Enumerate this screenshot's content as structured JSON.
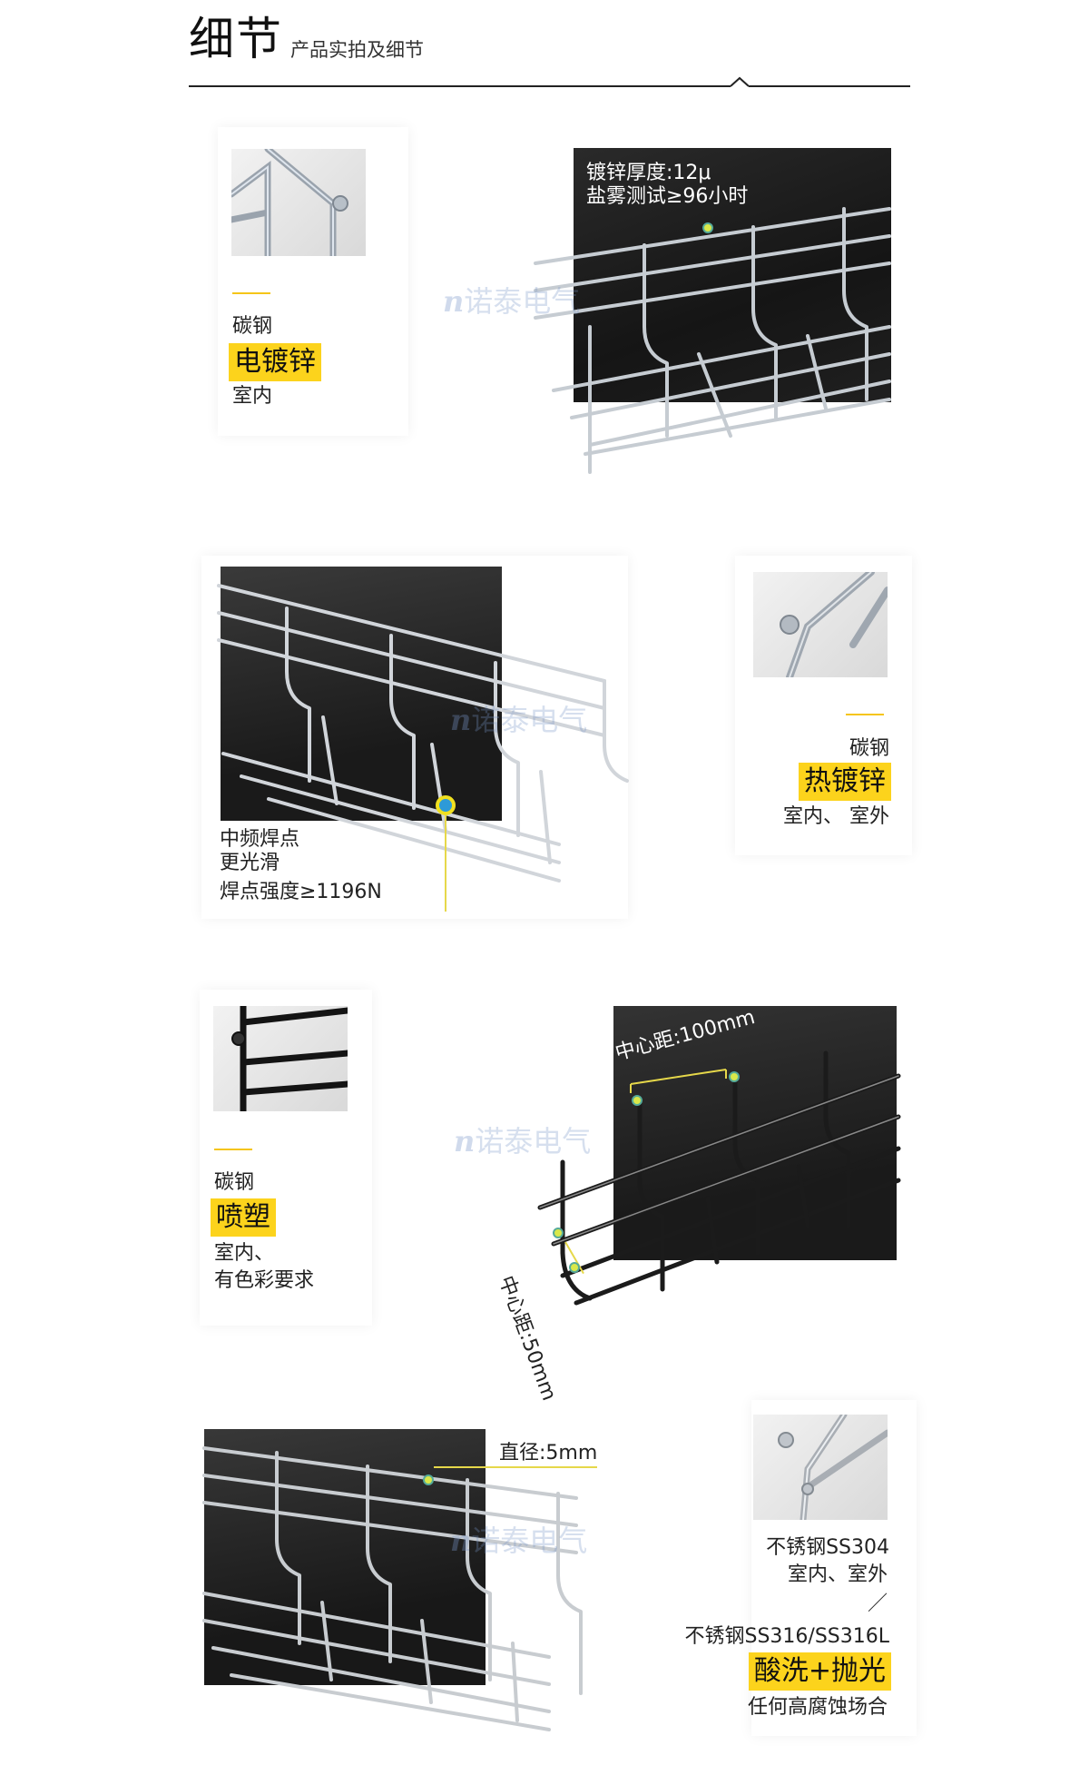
{
  "header": {
    "title": "细节",
    "subtitle": "产品实拍及细节"
  },
  "watermark": {
    "brand": "诺泰电气",
    "mark": "n"
  },
  "sections": [
    {
      "material": "碳钢",
      "finish": "电镀锌",
      "usage": "室内",
      "callout_lines": [
        "镀锌厚度:12μ",
        "盐雾测试≥96小时"
      ]
    },
    {
      "material": "碳钢",
      "finish": "热镀锌",
      "usage": "室内、 室外",
      "callout_lines": [
        "中频焊点",
        "更光滑",
        "焊点强度≥1196N"
      ]
    },
    {
      "material": "碳钢",
      "finish": "喷塑",
      "usage_lines": [
        "室内、",
        "有色彩要求"
      ],
      "callout_top": "中心距:100mm",
      "callout_side": "中心距:50mm"
    },
    {
      "material_1": "不锈钢SS304",
      "usage_1": "室内、室外",
      "separator": "／",
      "material_2": "不锈钢SS316/SS316L",
      "finish": "酸洗+抛光",
      "usage_2": "任何高腐蚀场合",
      "callout": "直径:5mm"
    }
  ],
  "colors": {
    "accent": "#fcd31c",
    "text": "#222222",
    "photo_bg": "#1e1e1e"
  }
}
